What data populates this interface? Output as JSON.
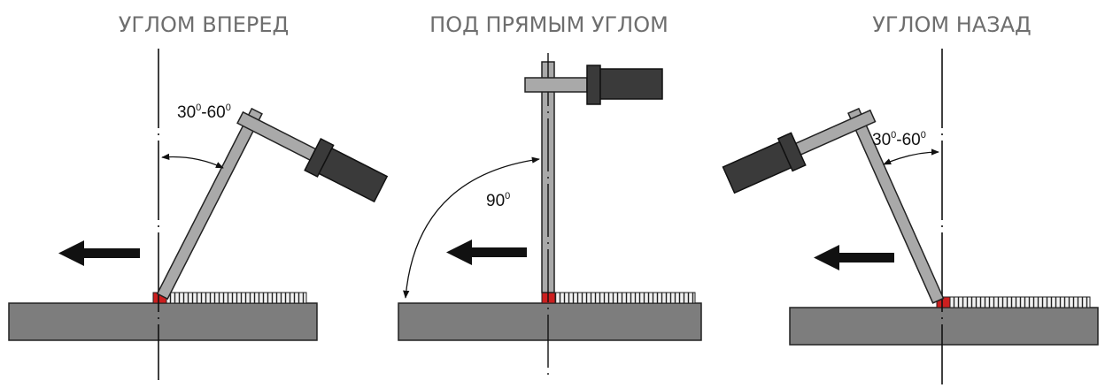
{
  "titles": {
    "forward": "УГЛОМ ВПЕРЕД",
    "right_angle": "ПОД ПРЯМЫМ УГЛОМ",
    "backward": "УГЛОМ НАЗАД"
  },
  "angles": {
    "forward": {
      "low": "30",
      "high": "60",
      "degree_mark": "0",
      "separator": "-"
    },
    "right_angle": {
      "value": "90",
      "degree_mark": "0"
    },
    "backward": {
      "low": "30",
      "high": "60",
      "degree_mark": "0",
      "separator": "-"
    }
  },
  "colors": {
    "title_text": "#6e6e6e",
    "base_plate": "#7d7d7d",
    "torch_body": "#3a3a3a",
    "holder": "#a9a9a9",
    "weld_pool": "#cc1f1f",
    "outline": "#222222"
  }
}
